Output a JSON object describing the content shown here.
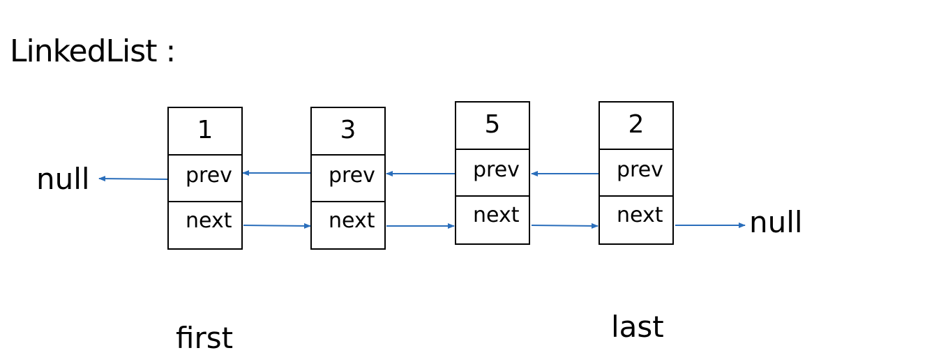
{
  "title": "LinkedList :",
  "nodes": [
    {
      "value": "1",
      "prev_label": "prev",
      "next_label": "next"
    },
    {
      "value": "3",
      "prev_label": "prev",
      "next_label": "next"
    },
    {
      "value": "5",
      "prev_label": "prev",
      "next_label": "next"
    },
    {
      "value": "2",
      "prev_label": "prev",
      "next_label": "next"
    }
  ],
  "null_left": "null",
  "null_right": "null",
  "first_label": "first",
  "last_label": "last",
  "colors": {
    "arrow": "#2a6ebb",
    "border": "#000000",
    "text": "#000000",
    "background": "#ffffff"
  }
}
